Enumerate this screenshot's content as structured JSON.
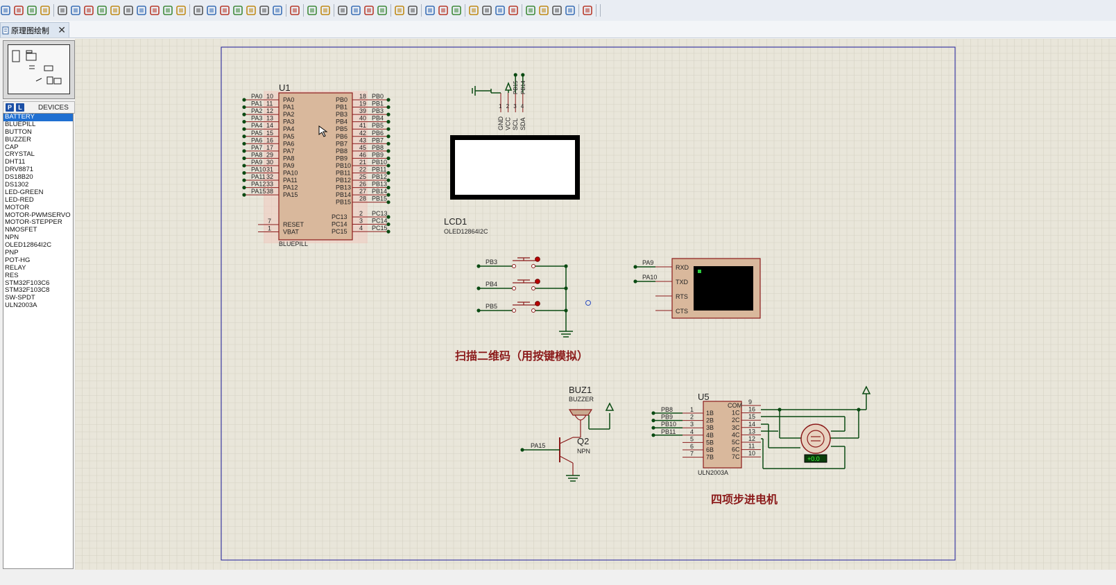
{
  "tab": {
    "label": "原理图绘制",
    "close": "✕"
  },
  "devices": {
    "header": "DEVICES",
    "p_label": "P",
    "l_label": "L",
    "items": [
      "BATTERY",
      "BLUEPILL",
      "BUTTON",
      "BUZZER",
      "CAP",
      "CRYSTAL",
      "DHT11",
      "DRV8871",
      "DS18B20",
      "DS1302",
      "LED-GREEN",
      "LED-RED",
      "MOTOR",
      "MOTOR-PWMSERVO",
      "MOTOR-STEPPER",
      "NMOSFET",
      "NPN",
      "OLED12864I2C",
      "PNP",
      "POT-HG",
      "RELAY",
      "RES",
      "STM32F103C6",
      "STM32F103C8",
      "SW-SPDT",
      "ULN2003A"
    ],
    "selected": "BATTERY"
  },
  "toolbar": {
    "icons": [
      "new-icon",
      "open-icon",
      "save-icon",
      "import-icon",
      "home-icon",
      "grid-icon",
      "stop-icon",
      "components-icon",
      "back-icon",
      "netlist-icon",
      "bom-icon",
      "design-icon",
      "notes-icon",
      "help-icon",
      "refresh-icon",
      "grid-toggle-icon",
      "origin-icon",
      "pan-icon",
      "zoom-in-icon",
      "zoom-out-icon",
      "zoom-all-icon",
      "zoom-area-icon",
      "undo-icon",
      "redo-icon",
      "cut-icon",
      "copy-icon",
      "paste-icon",
      "block-copy-icon",
      "block-move-icon",
      "block-rotate-icon",
      "block-delete-icon",
      "pick-icon",
      "make-device-icon",
      "package-icon",
      "decompose-icon",
      "wire-autoroute-icon",
      "search-icon",
      "property-icon",
      "new-sheet-icon",
      "remove-sheet-icon",
      "exit-sheet-icon",
      "report-icon"
    ]
  },
  "schematic": {
    "u1": {
      "ref": "U1",
      "value": "BLUEPILL",
      "left_pins": [
        {
          "net": "PA0",
          "num": "10",
          "name": "PA0"
        },
        {
          "net": "PA1",
          "num": "11",
          "name": "PA1"
        },
        {
          "net": "PA2",
          "num": "12",
          "name": "PA2"
        },
        {
          "net": "PA3",
          "num": "13",
          "name": "PA3"
        },
        {
          "net": "PA4",
          "num": "14",
          "name": "PA4"
        },
        {
          "net": "PA5",
          "num": "15",
          "name": "PA5"
        },
        {
          "net": "PA6",
          "num": "16",
          "name": "PA6"
        },
        {
          "net": "PA7",
          "num": "17",
          "name": "PA7"
        },
        {
          "net": "PA8",
          "num": "29",
          "name": "PA8"
        },
        {
          "net": "PA9",
          "num": "30",
          "name": "PA9"
        },
        {
          "net": "PA10",
          "num": "31",
          "name": "PA10"
        },
        {
          "net": "PA11",
          "num": "32",
          "name": "PA11"
        },
        {
          "net": "PA12",
          "num": "33",
          "name": "PA12"
        },
        {
          "net": "PA15",
          "num": "38",
          "name": "PA15"
        }
      ],
      "right_pins": [
        {
          "net": "PB0",
          "num": "18",
          "name": "PB0"
        },
        {
          "net": "PB1",
          "num": "19",
          "name": "PB1"
        },
        {
          "net": "PB3",
          "num": "39",
          "name": "PB3"
        },
        {
          "net": "PB4",
          "num": "40",
          "name": "PB4"
        },
        {
          "net": "PB5",
          "num": "41",
          "name": "PB5"
        },
        {
          "net": "PB6",
          "num": "42",
          "name": "PB6"
        },
        {
          "net": "PB7",
          "num": "43",
          "name": "PB7"
        },
        {
          "net": "PB8",
          "num": "45",
          "name": "PB8"
        },
        {
          "net": "PB9",
          "num": "46",
          "name": "PB9"
        },
        {
          "net": "PB10",
          "num": "21",
          "name": "PB10"
        },
        {
          "net": "PB11",
          "num": "22",
          "name": "PB11"
        },
        {
          "net": "PB12",
          "num": "25",
          "name": "PB12"
        },
        {
          "net": "PB13",
          "num": "26",
          "name": "PB13"
        },
        {
          "net": "PB14",
          "num": "27",
          "name": "PB14"
        },
        {
          "net": "PB15",
          "num": "28",
          "name": "PB15"
        }
      ],
      "right_pins_c": [
        {
          "net": "PC13",
          "num": "2",
          "name": "PC13"
        },
        {
          "net": "PC14",
          "num": "3",
          "name": "PC14"
        },
        {
          "net": "PC15",
          "num": "4",
          "name": "PC15"
        }
      ],
      "reset_pins": [
        {
          "num": "7",
          "name": "RESET"
        },
        {
          "num": "1",
          "name": "VBAT"
        }
      ]
    },
    "lcd": {
      "ref": "LCD1",
      "value": "OLED12864I2C",
      "pins": [
        {
          "num": "1",
          "name": "GND",
          "net": ""
        },
        {
          "num": "2",
          "name": "VCC",
          "net": ""
        },
        {
          "num": "3",
          "name": "SCL",
          "net": "PB15"
        },
        {
          "num": "4",
          "name": "SDA",
          "net": "PB14"
        }
      ]
    },
    "buttons": {
      "nets": [
        "PB3",
        "PB4",
        "PB5"
      ],
      "caption": "扫描二维码（用按键模拟）"
    },
    "terminal": {
      "nets": [
        "PA9",
        "PA10"
      ],
      "pins": [
        "RXD",
        "TXD",
        "RTS",
        "CTS"
      ]
    },
    "buzzer": {
      "ref": "BUZ1",
      "value": "BUZZER",
      "q_ref": "Q2",
      "q_value": "NPN",
      "base_net": "PA15"
    },
    "u5": {
      "ref": "U5",
      "value": "ULN2003A",
      "left_pins": [
        {
          "net": "PB8",
          "num": "1",
          "name": "1B"
        },
        {
          "net": "PB9",
          "num": "2",
          "name": "2B"
        },
        {
          "net": "PB10",
          "num": "3",
          "name": "3B"
        },
        {
          "net": "PB11",
          "num": "4",
          "name": "4B"
        },
        {
          "net": "",
          "num": "5",
          "name": "5B"
        },
        {
          "net": "",
          "num": "6",
          "name": "6B"
        },
        {
          "net": "",
          "num": "7",
          "name": "7B"
        }
      ],
      "right_pins": [
        {
          "num": "9",
          "name": "COM"
        },
        {
          "num": "16",
          "name": "1C"
        },
        {
          "num": "15",
          "name": "2C"
        },
        {
          "num": "14",
          "name": "3C"
        },
        {
          "num": "13",
          "name": "4C"
        },
        {
          "num": "12",
          "name": "5C"
        },
        {
          "num": "11",
          "name": "6C"
        },
        {
          "num": "10",
          "name": "7C"
        }
      ],
      "motor_readout": "+0.0",
      "caption": "四项步进电机"
    }
  },
  "colors": {
    "canvas_bg": "#e9e6da",
    "grid": "#d5d2c4",
    "wire": "#0a4a12",
    "component": "#8b1a1a",
    "chip_fill": "#d9b89c",
    "sheet_border": "#1a1a9a"
  }
}
